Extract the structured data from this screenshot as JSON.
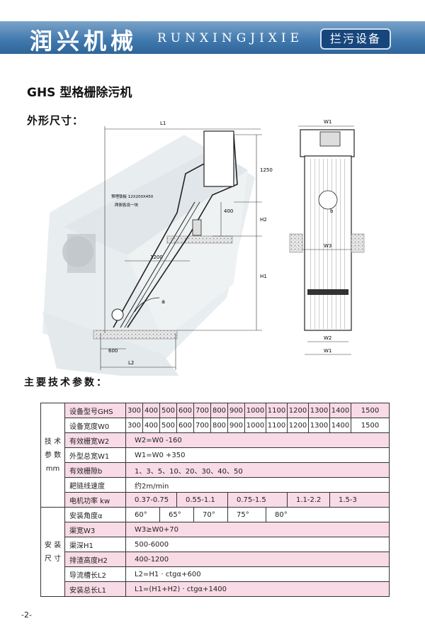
{
  "header": {
    "company_cn": "润兴机械",
    "company_en": "RUNXINGJIXIE",
    "category": "拦污设备"
  },
  "doc_title": "GHS 型格栅除污机",
  "section_dims": "外形尺寸：",
  "section_params": "主要技术参数：",
  "drawing": {
    "L1": "L1",
    "L2": "L2",
    "H1": "H1",
    "H2": "H2",
    "d1250": "1250",
    "d400": "400",
    "d1200": "1200",
    "d600": "600",
    "alpha": "a",
    "note1": "预埋铁板 12X200X450",
    "note2": "两侧各设一块",
    "W1": "W1",
    "W2": "W2",
    "W3": "W3",
    "b": "b"
  },
  "table": {
    "group1": "技 术 参 数 mm",
    "group2": "安 装 尺 寸",
    "model_label": "设备型号GHS",
    "models": [
      "300",
      "400",
      "500",
      "600",
      "700",
      "800",
      "900",
      "1000",
      "1100",
      "1200",
      "1300",
      "1400",
      "1500"
    ],
    "width_label": "设备宽度W0",
    "widths": [
      "300",
      "400",
      "500",
      "600",
      "700",
      "800",
      "900",
      "1000",
      "1100",
      "1200",
      "1300",
      "1400",
      "1500"
    ],
    "rows1": [
      {
        "label": "有效栅宽W2",
        "value": "W2=W0 -160"
      },
      {
        "label": "外型总宽W1",
        "value": "W1=W0 +350"
      },
      {
        "label": "有效栅隙b",
        "value": "1、3、5、10、20、30、40、50"
      },
      {
        "label": "耙链线速度",
        "value": "约2m/min"
      }
    ],
    "power_label": "电机功率 kw",
    "power_values": [
      "0.37-0.75",
      "0.55-1.1",
      "0.75-1.5",
      "1.1-2.2",
      "1.5-3"
    ],
    "angle_label": "安装角度α",
    "angles": [
      "60°",
      "65°",
      "70°",
      "75°",
      "80°"
    ],
    "rows2": [
      {
        "label": "渠宽W3",
        "value": "W3≥W0+70"
      },
      {
        "label": "渠深H1",
        "value": "500-6000"
      },
      {
        "label": "排渣高度H2",
        "value": "400-1200"
      },
      {
        "label": "导流槽长L2",
        "value": "L2=H1 · ctgα+600"
      },
      {
        "label": "安装总长L1",
        "value": "L1=(H1+H2) · ctgα+1400"
      }
    ]
  },
  "page_number": "-2-"
}
